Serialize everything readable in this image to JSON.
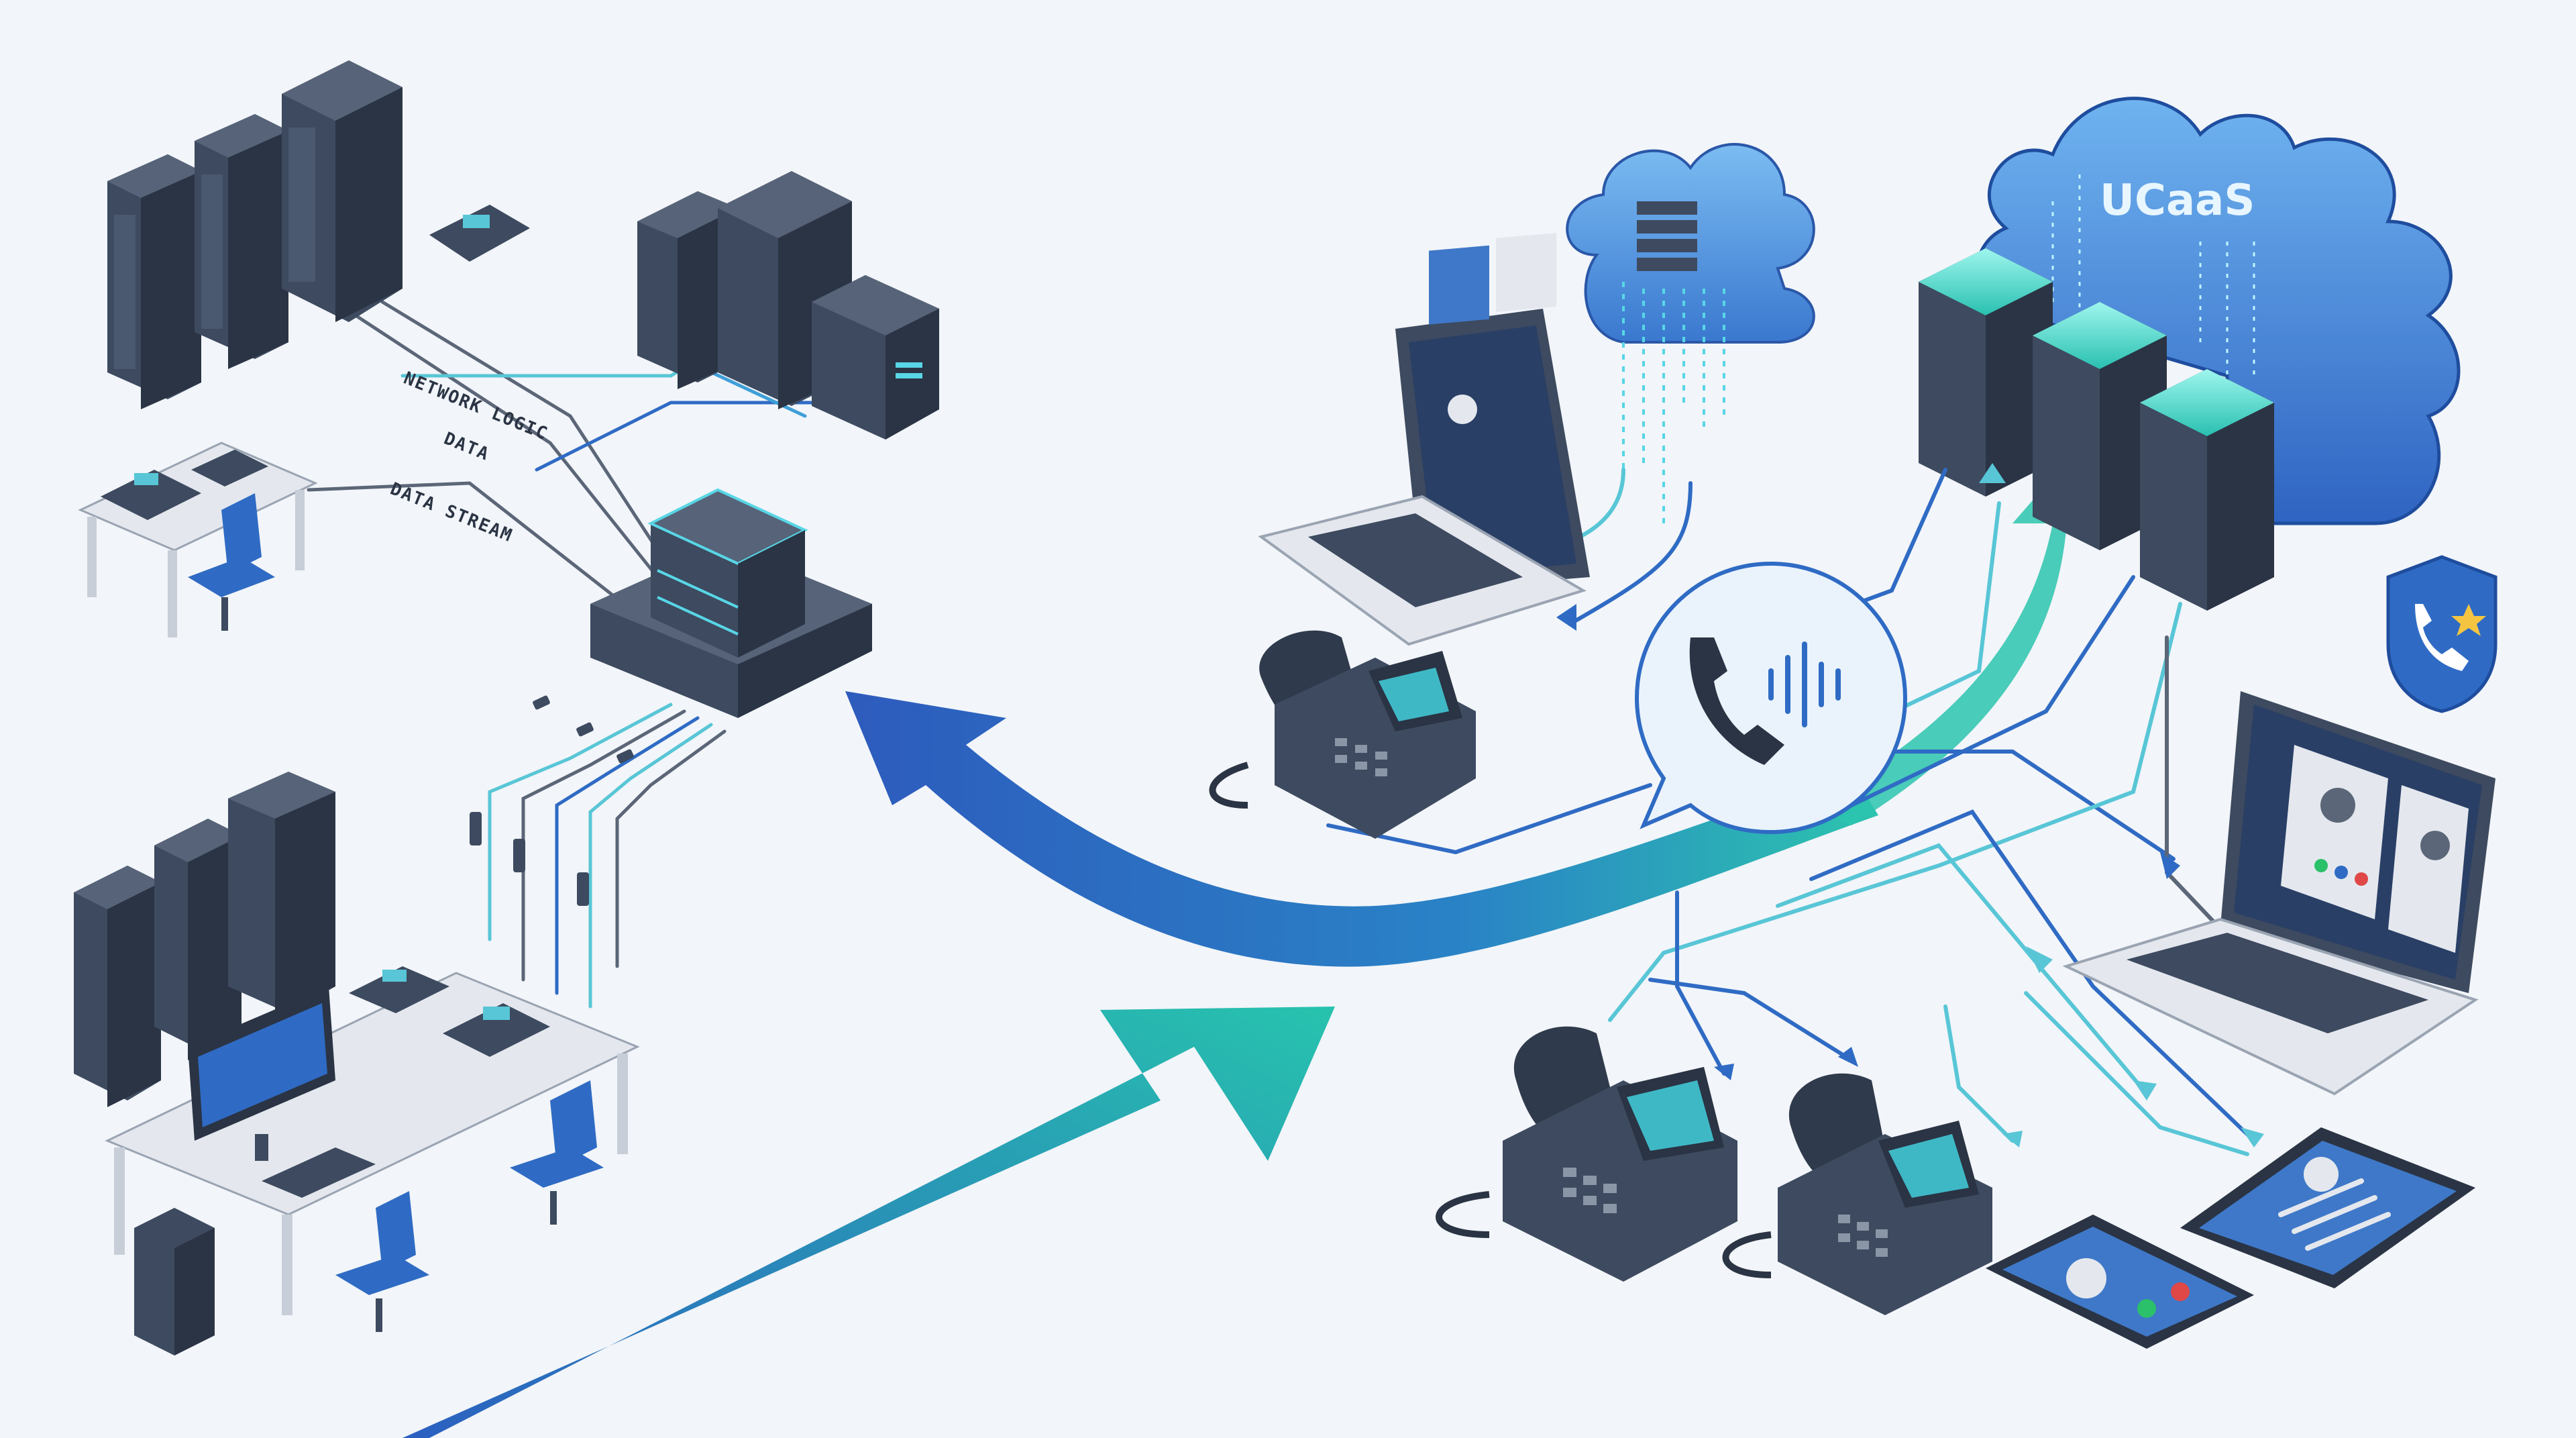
{
  "labels": {
    "network_logic": "NETWORK LOGIC",
    "data": "DATA",
    "data_stream": "DATA STREAM",
    "ucaas": "UCaaS"
  },
  "colors": {
    "background": "#f2f5f9",
    "server_dark": "#2f3a4c",
    "server_face": "#3d4a5f",
    "desk": "#e4e8ee",
    "accent_blue": "#2f6bc4",
    "accent_teal": "#2bc0b0",
    "accent_cyan": "#58d6e6",
    "cloud": "#3e7fd0",
    "line_gray": "#5b6678"
  },
  "icons": [
    "server-rack-icon",
    "desk-phone-icon",
    "laptop-icon",
    "cloud-icon",
    "phone-call-bubble-icon",
    "shield-phone-icon",
    "tablet-icon",
    "chair-icon",
    "monitor-icon"
  ]
}
